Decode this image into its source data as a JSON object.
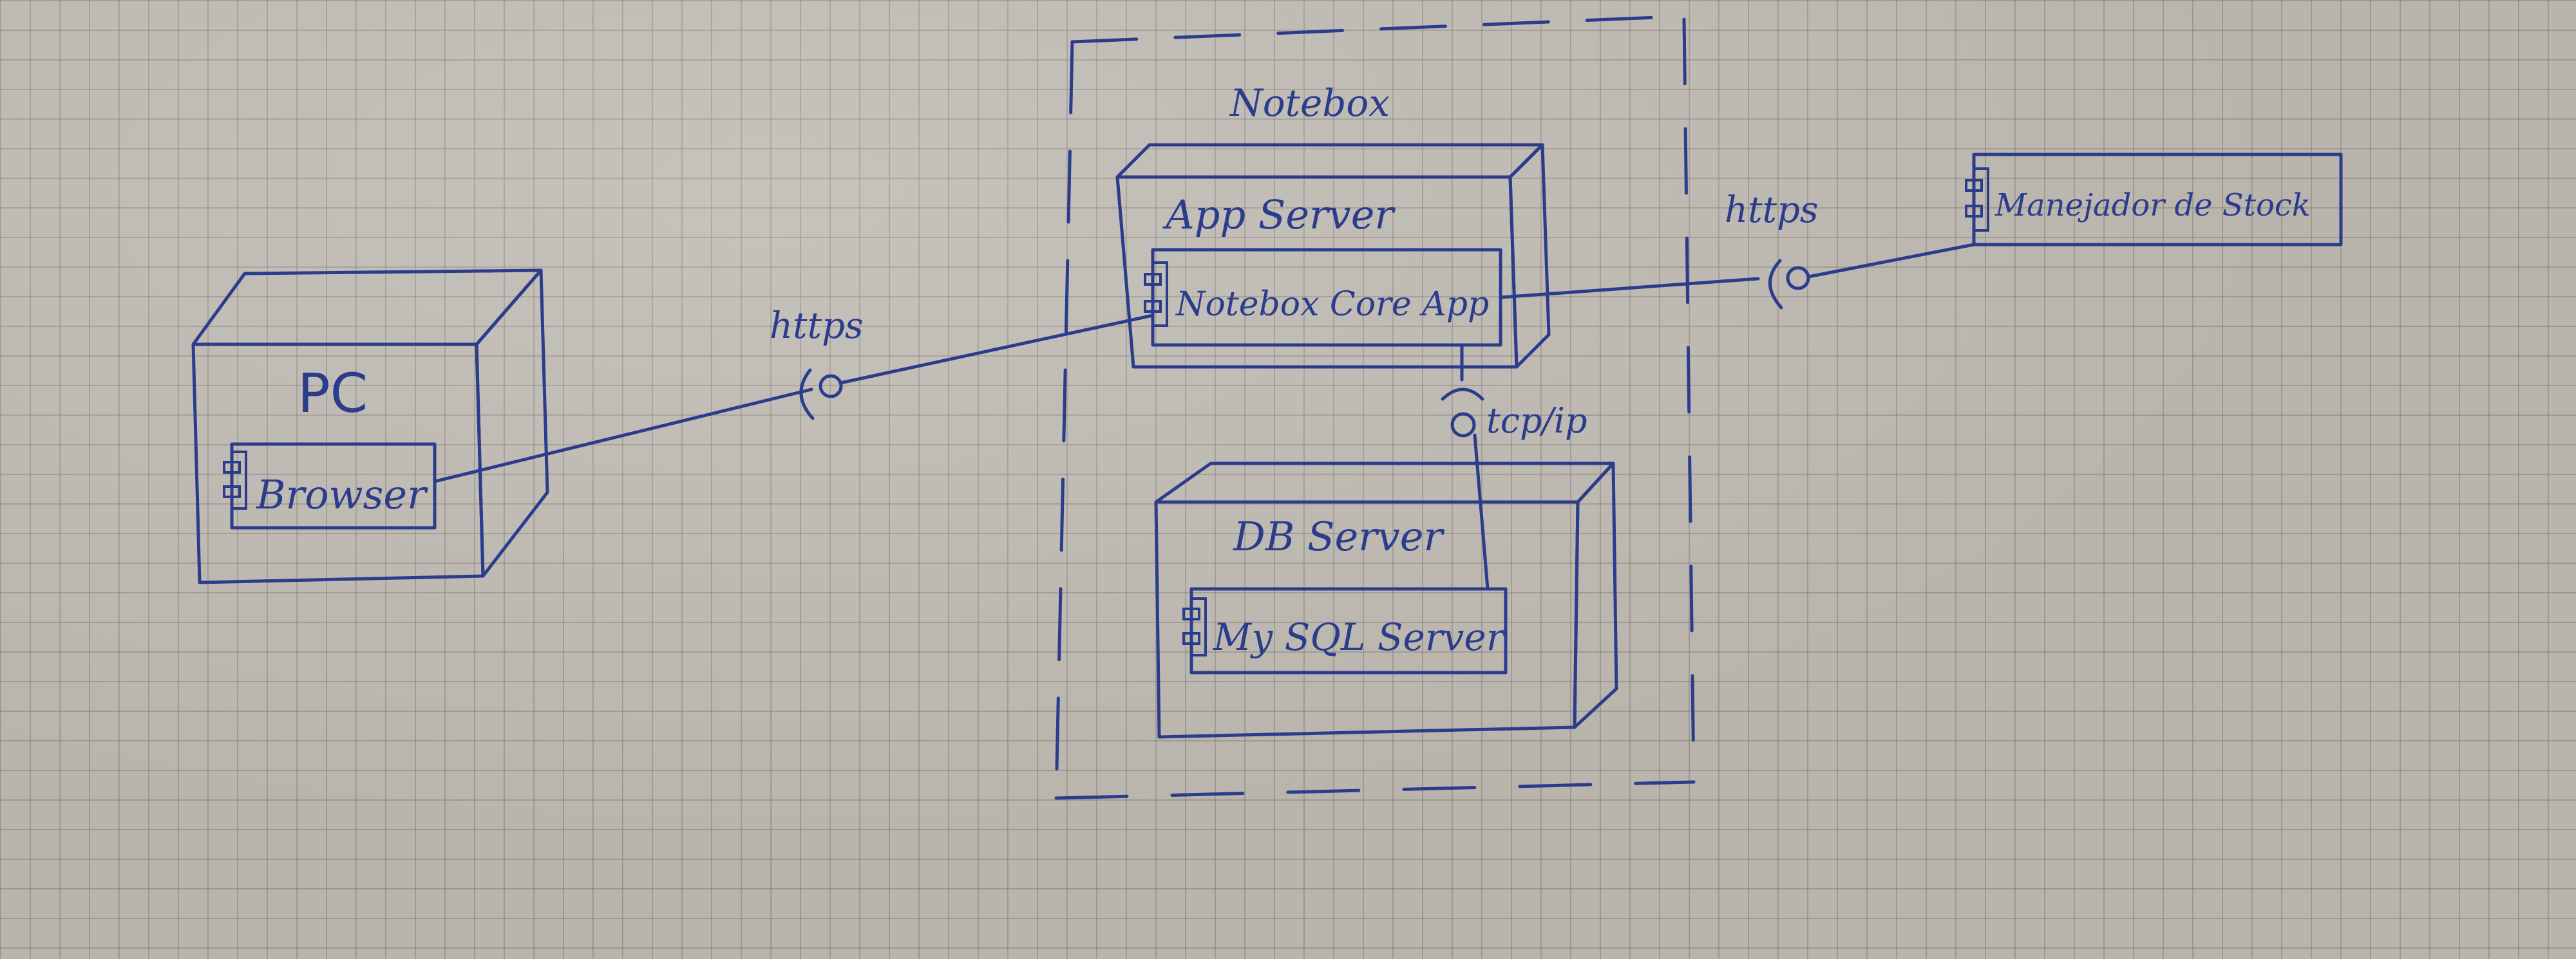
{
  "diagram": {
    "nodes": {
      "pc": {
        "label": "PC",
        "component": "Browser"
      },
      "app_server": {
        "label": "App Server",
        "component": "Notebox Core App"
      },
      "db_server": {
        "label": "DB Server",
        "component": "My SQL Server"
      },
      "external": {
        "component": "Manejador de Stock"
      }
    },
    "boundary": {
      "label": "Notebox"
    },
    "connections": {
      "browser_to_app": {
        "label": "https"
      },
      "app_to_stock": {
        "label": "https"
      },
      "app_to_db": {
        "label": "tcp/ip"
      }
    }
  },
  "colors": {
    "ink": "#2c3c8c",
    "paper": "#b9b5ad",
    "grid": "#6e6962"
  }
}
